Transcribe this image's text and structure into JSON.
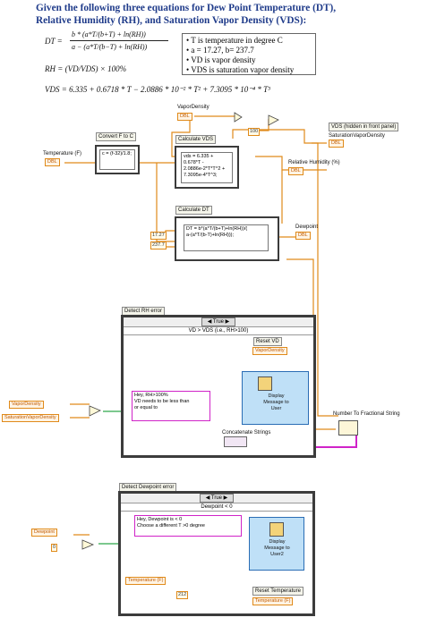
{
  "header": {
    "line1": "Given the following three equations for Dew Point Temperature (DT),",
    "line2": "Relative Humidity (RH), and Saturation Vapor Density (VDS):"
  },
  "equations": {
    "dt_lhs": "DT =",
    "dt_num": "b * (a*T/(b+T) + ln(RH))",
    "dt_den": "a − (a*T/(b−T) + ln(RH))",
    "rh": "RH = (VD/VDS) × 100%",
    "vds": "VDS = 6.335 + 0.6718 * T − 2.0886 * 10⁻² * T² + 7.3095 * 10⁻⁴ * T³"
  },
  "notes": [
    "T is temperature in degree C",
    "a = 17.27, b= 237.7",
    "VD is vapor density",
    "VDS is saturation vapor density"
  ],
  "diagram": {
    "vapor_density_label": "VaporDensity",
    "dbl": "DBL",
    "const_100": "100",
    "vds_hidden_label": "VDS (hidden in front panel)",
    "sat_vapor_density_label": "SaturationVaporDensity",
    "convert_label": "Convert F to C",
    "convert_code": "c = (f-32)/1.8;",
    "temperature_label": "Temperature (F)",
    "calc_vds_label": "Calculate VDS",
    "calc_vds_code": "vds = 6.335 + 0.678*T -\n2.0886e-2*T*T^2 +\n7.3095e-4*T^3;",
    "rh_label": "Relative Humidity (%)",
    "calc_dt_label": "Calculate DT",
    "calc_dt_code": "DT = b*(a*T/(b+T)+ln(RH))/(\na-(a*T/(b-T)+ln(RH)));",
    "const_a": "17.27",
    "const_b": "237.7",
    "dewpoint_label": "Dewpoint",
    "detect_rh_label": "Detect RH error",
    "case_true": "True",
    "rh_case_title": "VD > VDS (i.e., RH>100)",
    "reset_vd_label": "Reset VD",
    "vapor_density_local": "VaporDensity",
    "rh_message": "Hey, RH>100%\nVD needs to be less than\nor equal to",
    "display_message": "Display\nMessage to\nUser",
    "concat_label": "Concatenate Strings",
    "num_to_frac_label": "Number To Fractional String",
    "vd_in_label": "VaporDensity",
    "svd_in_label": "SaturationVaporDensity",
    "detect_dp_label": "Detect Dewpoint error",
    "dp_case_title": "Dewpoint < 0",
    "dp_message": "Hey, Dewpoint is < 0\nChoose a different T >0 degree",
    "display_message2": "Display\nMessage to\nUser2",
    "dewpoint_in": "Dewpoint",
    "temperature_local": "Temperature (F)",
    "const_212": "212",
    "reset_temp_label": "Reset Temperature",
    "temperature_local2": "Temperature (F)"
  }
}
